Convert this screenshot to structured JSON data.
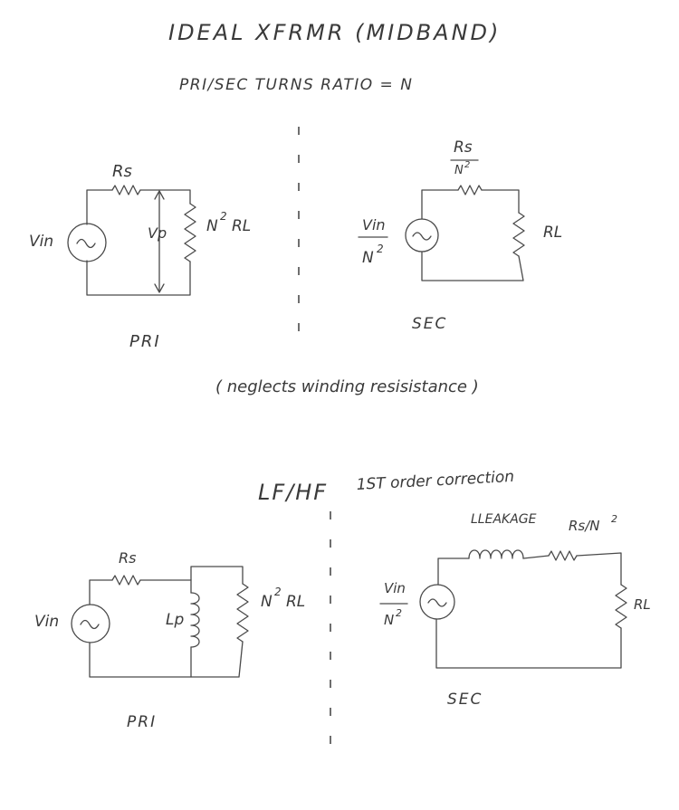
{
  "titles": {
    "main": "IDEAL XFRMR (MIDBAND)",
    "ratio": "PRI/SEC TURNS RATIO = N",
    "note": "( neglects winding resisistance )",
    "section2_main": "LF/HF",
    "section2_sup": "1ST order correction"
  },
  "top": {
    "pri": {
      "source": "Vin",
      "rs": "Rs",
      "vp": "Vp",
      "load_n": "N",
      "load_sup": "2",
      "load_r": "RL",
      "caption": "PRI"
    },
    "sec": {
      "src_num": "Vin",
      "src_den": "N",
      "src_den_sup": "2",
      "rs_num": "Rs",
      "rs_den": "N",
      "rs_den_sup": "2",
      "load": "RL",
      "caption": "SEC"
    }
  },
  "bottom": {
    "pri": {
      "source": "Vin",
      "rs": "Rs",
      "lp": "Lp",
      "load_n": "N",
      "load_sup": "2",
      "load_r": "RL",
      "caption": "PRI"
    },
    "sec": {
      "src_num": "Vin",
      "src_den": "N",
      "src_den_sup": "2",
      "leak": "LLEAKAGE",
      "rs": "Rs/N",
      "rs_sup": "2",
      "load": "RL",
      "caption": "SEC"
    }
  }
}
